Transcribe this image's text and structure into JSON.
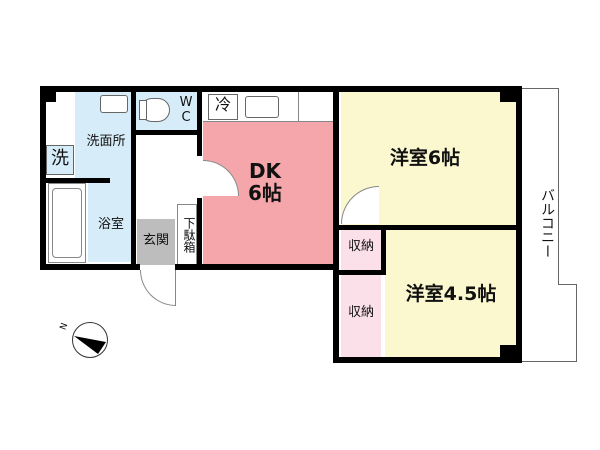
{
  "floorplan": {
    "rooms": {
      "washroom": {
        "label": "洗面所"
      },
      "washer": {
        "label": "洗"
      },
      "wc": {
        "label_w": "W",
        "label_c": "C"
      },
      "bath": {
        "label": "浴室"
      },
      "entrance": {
        "label": "玄関"
      },
      "shoe_box": {
        "label": "下駄箱"
      },
      "fridge": {
        "label": "冷"
      },
      "dk": {
        "line1": "DK",
        "line2": "6帖"
      },
      "western1": {
        "label": "洋室6帖"
      },
      "western2": {
        "label": "洋室4.5帖"
      },
      "storage1": {
        "label": "収納"
      },
      "storage2": {
        "label": "収納"
      },
      "balcony": {
        "label": "バルコニー"
      }
    },
    "compass": {
      "label": "N"
    },
    "colors": {
      "wet_area": "#d6ecf8",
      "dk": "#f4a6ab",
      "western": "#fbf7cf",
      "storage": "#fbe0ea",
      "entrance": "#bdbdbd",
      "wall": "#000000"
    }
  }
}
